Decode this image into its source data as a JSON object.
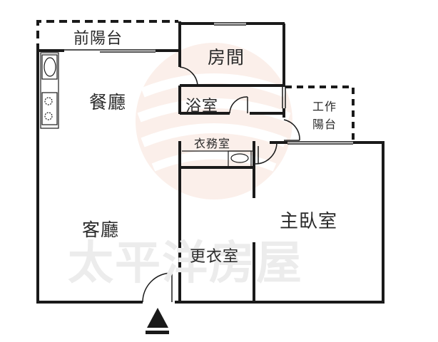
{
  "floor_plan": {
    "rooms": {
      "front_balcony": "前陽台",
      "bedroom": "房間",
      "dining_room": "餐廳",
      "bathroom": "浴室",
      "work_balcony_line1": "工作",
      "work_balcony_line2": "陽台",
      "laundry_room": "衣務室",
      "living_room": "客廳",
      "master_bedroom": "主臥室",
      "walk_in_closet": "更衣室"
    },
    "watermark": "太平洋房屋",
    "entrance_marker": "entrance-arrow",
    "colors": {
      "wall": "#1a1a1a",
      "watermark_text": "#ececec",
      "logo_swirl": "#f6d9cc"
    }
  }
}
